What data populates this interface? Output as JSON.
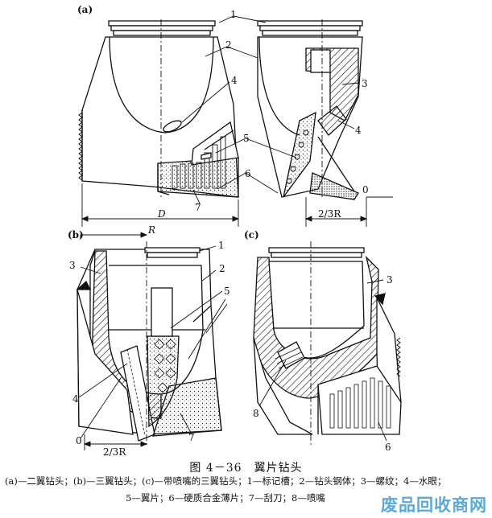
{
  "panels": {
    "a": "(a)",
    "b": "(b)",
    "c": "(c)"
  },
  "labels": {
    "n1": "1",
    "n2": "2",
    "n3": "3",
    "n4": "4",
    "n5": "5",
    "n6": "6",
    "n7": "7",
    "n8": "8",
    "zero": "0",
    "dimD": "D",
    "dimTwoThirdsR": "2/3R",
    "dimR": "R"
  },
  "caption": "图 4－36　翼片钻头",
  "legend": {
    "line1": "(a)—二翼钻头；(b)—三翼钻头；(c)—带喷嘴的三翼钻头；1—标记槽；2—钻头钢体；3—螺纹；4—水眼；",
    "line2": "5—翼片；6—硬质合金薄片；7—刮刀；8—喷嘴"
  },
  "watermark": "废品回收商网"
}
